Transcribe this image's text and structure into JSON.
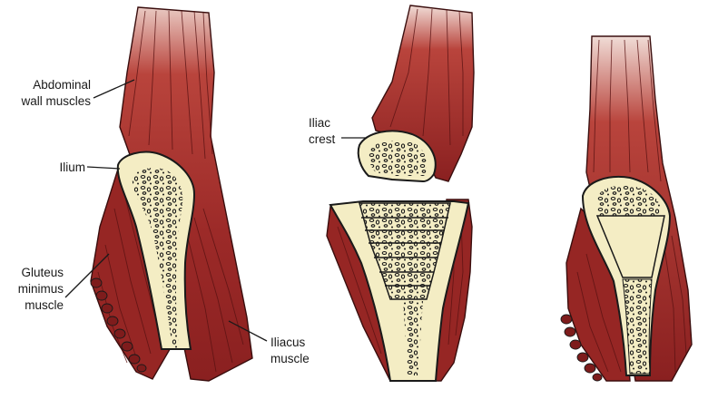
{
  "colors": {
    "muscle": "#9c2a28",
    "muscle_dark": "#6e1616",
    "muscle_light": "#c86058",
    "bone": "#f4edc4",
    "bone_outline": "#1a1a1a",
    "background": "#ffffff"
  },
  "labels": {
    "abdominal_line1": "Abdominal",
    "abdominal_line2": "wall muscles",
    "ilium": "Ilium",
    "gluteus_line1": "Gluteus",
    "gluteus_line2": "minimus",
    "gluteus_line3": "muscle",
    "iliacus_line1": "Iliacus",
    "iliacus_line2": "muscle",
    "iliac_crest_line1": "Iliac",
    "iliac_crest_line2": "crest"
  }
}
